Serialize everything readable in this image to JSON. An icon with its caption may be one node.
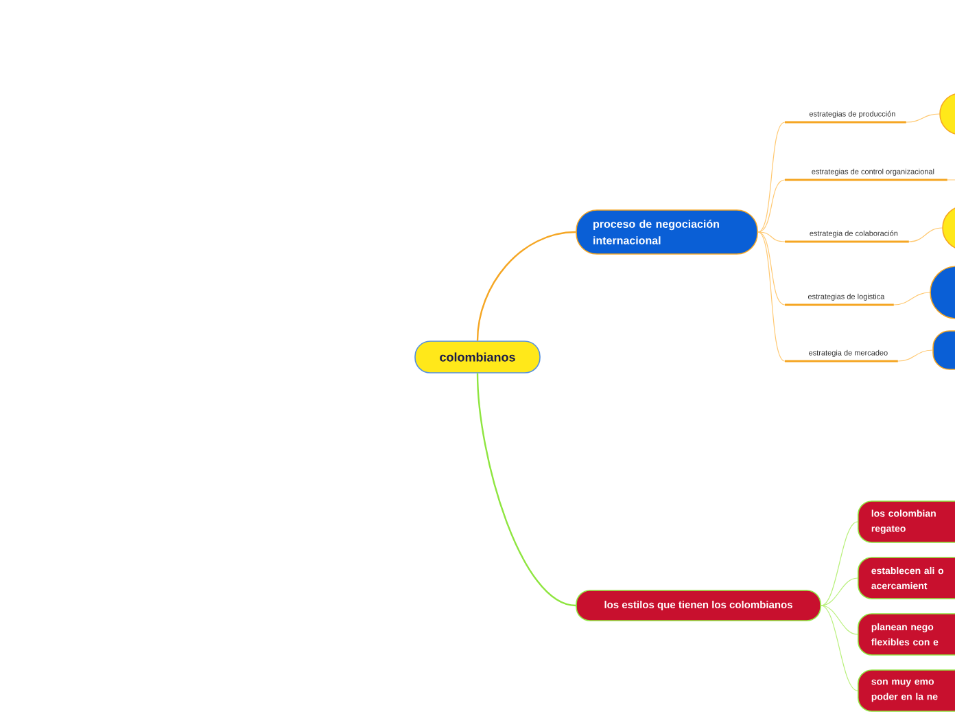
{
  "diagram": {
    "nodes": [
      {
        "text": [
          "colombianos"
        ]
      },
      {
        "text": [
          "proceso de negociación internacional"
        ]
      },
      {
        "text": [
          "estrategias de producción"
        ]
      },
      {
        "text": [
          "estrategias de control organizacional"
        ]
      },
      {
        "text": [
          "estrategia de colaboración"
        ]
      },
      {
        "text": [
          "estrategias de logistica"
        ]
      },
      {
        "text": [
          "estrategia de mercadeo"
        ]
      },
      {
        "text": [],
        "shape": "circle"
      },
      {
        "text": [],
        "shape": "circle"
      },
      {
        "text": [],
        "shape": "circle"
      },
      {
        "text": [],
        "shape": "box"
      },
      {
        "text": [
          "los estilos que tienen los colombianos"
        ]
      },
      {
        "text": [
          "los colombian regateo"
        ]
      },
      {
        "text": [
          "establecen ali o acercamient"
        ]
      },
      {
        "text": [
          "planean nego flexibles con e"
        ]
      },
      {
        "text": [
          "son muy emo poder en la ne"
        ]
      }
    ],
    "edges": [
      {
        "from": 0,
        "to": 1,
        "arrow": "none"
      },
      {
        "from": 1,
        "to": 2,
        "arrow": "none"
      },
      {
        "from": 1,
        "to": 3,
        "arrow": "none"
      },
      {
        "from": 1,
        "to": 4,
        "arrow": "none"
      },
      {
        "from": 1,
        "to": 5,
        "arrow": "none"
      },
      {
        "from": 1,
        "to": 6,
        "arrow": "none"
      },
      {
        "from": 2,
        "to": 7,
        "arrow": "none"
      },
      {
        "from": 3,
        "to": null,
        "arrow": "none"
      },
      {
        "from": 4,
        "to": 8,
        "arrow": "none"
      },
      {
        "from": 5,
        "to": 9,
        "arrow": "none"
      },
      {
        "from": 6,
        "to": 10,
        "arrow": "none"
      },
      {
        "from": 0,
        "to": 11,
        "arrow": "none",
        "color": "#8ee53f"
      },
      {
        "from": 11,
        "to": 12,
        "arrow": "none",
        "color": "#b8f07a"
      },
      {
        "from": 11,
        "to": 13,
        "arrow": "none",
        "color": "#b8f07a"
      },
      {
        "from": 11,
        "to": 14,
        "arrow": "none",
        "color": "#b8f07a"
      },
      {
        "from": 11,
        "to": 15,
        "arrow": "none",
        "color": "#b8f07a"
      }
    ]
  }
}
